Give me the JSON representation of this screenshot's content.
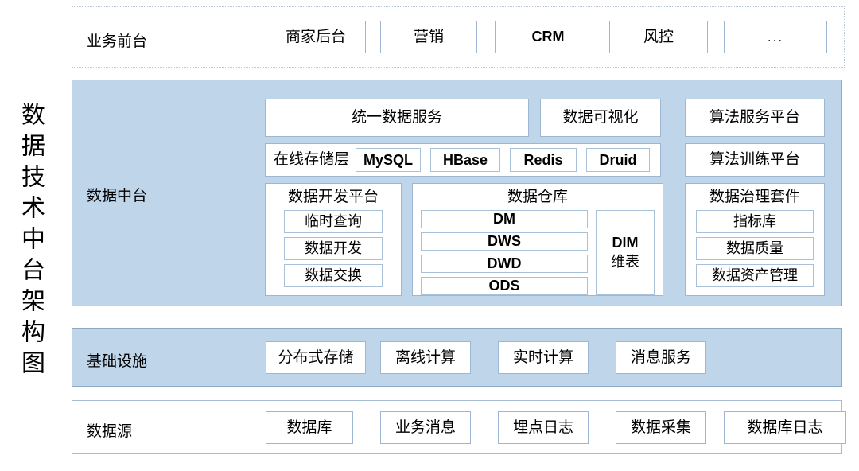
{
  "diagram": {
    "vertical_title": "数据技术中台架构图",
    "accent_blue": "#bed5ea",
    "border_blue": "#9db6d2",
    "band_border_blue": "#8da9c4",
    "background": "#ffffff"
  },
  "rows": {
    "business": {
      "label": "业务前台",
      "items": [
        {
          "name": "merchant-backend",
          "text": "商家后台"
        },
        {
          "name": "marketing",
          "text": "营销"
        },
        {
          "name": "crm",
          "text": "CRM"
        },
        {
          "name": "risk-control",
          "text": "风控"
        },
        {
          "name": "more",
          "text": "..."
        }
      ]
    },
    "data_platform": {
      "label": "数据中台",
      "unified_data_service": "统一数据服务",
      "data_visualization": "数据可视化",
      "algorithm_service_platform": "算法服务平台",
      "algorithm_training_platform": "算法训练平台",
      "online_storage": {
        "label": "在线存储层",
        "stores": [
          {
            "name": "mysql",
            "text": "MySQL"
          },
          {
            "name": "hbase",
            "text": "HBase"
          },
          {
            "name": "redis",
            "text": "Redis"
          },
          {
            "name": "druid",
            "text": "Druid"
          }
        ]
      },
      "dev_platform": {
        "title": "数据开发平台",
        "items": [
          {
            "name": "ad-hoc-query",
            "text": "临时查询"
          },
          {
            "name": "data-development",
            "text": "数据开发"
          },
          {
            "name": "data-exchange",
            "text": "数据交换"
          }
        ]
      },
      "warehouse": {
        "title": "数据仓库",
        "layers": [
          {
            "name": "dm",
            "text": "DM"
          },
          {
            "name": "dws",
            "text": "DWS"
          },
          {
            "name": "dwd",
            "text": "DWD"
          },
          {
            "name": "ods",
            "text": "ODS"
          }
        ],
        "dim_line1": "DIM",
        "dim_line2": "维表"
      },
      "governance": {
        "title": "数据治理套件",
        "items": [
          {
            "name": "metric-store",
            "text": "指标库"
          },
          {
            "name": "data-quality",
            "text": "数据质量"
          },
          {
            "name": "data-asset-management",
            "text": "数据资产管理"
          }
        ]
      }
    },
    "infrastructure": {
      "label": "基础设施",
      "items": [
        {
          "name": "distributed-storage",
          "text": "分布式存储"
        },
        {
          "name": "offline-compute",
          "text": "离线计算"
        },
        {
          "name": "realtime-compute",
          "text": "实时计算"
        },
        {
          "name": "message-service",
          "text": "消息服务"
        }
      ]
    },
    "data_source": {
      "label": "数据源",
      "items": [
        {
          "name": "database",
          "text": "数据库"
        },
        {
          "name": "business-message",
          "text": "业务消息"
        },
        {
          "name": "tracking-log",
          "text": "埋点日志"
        },
        {
          "name": "data-collection",
          "text": "数据采集"
        },
        {
          "name": "database-log",
          "text": "数据库日志"
        }
      ]
    }
  }
}
